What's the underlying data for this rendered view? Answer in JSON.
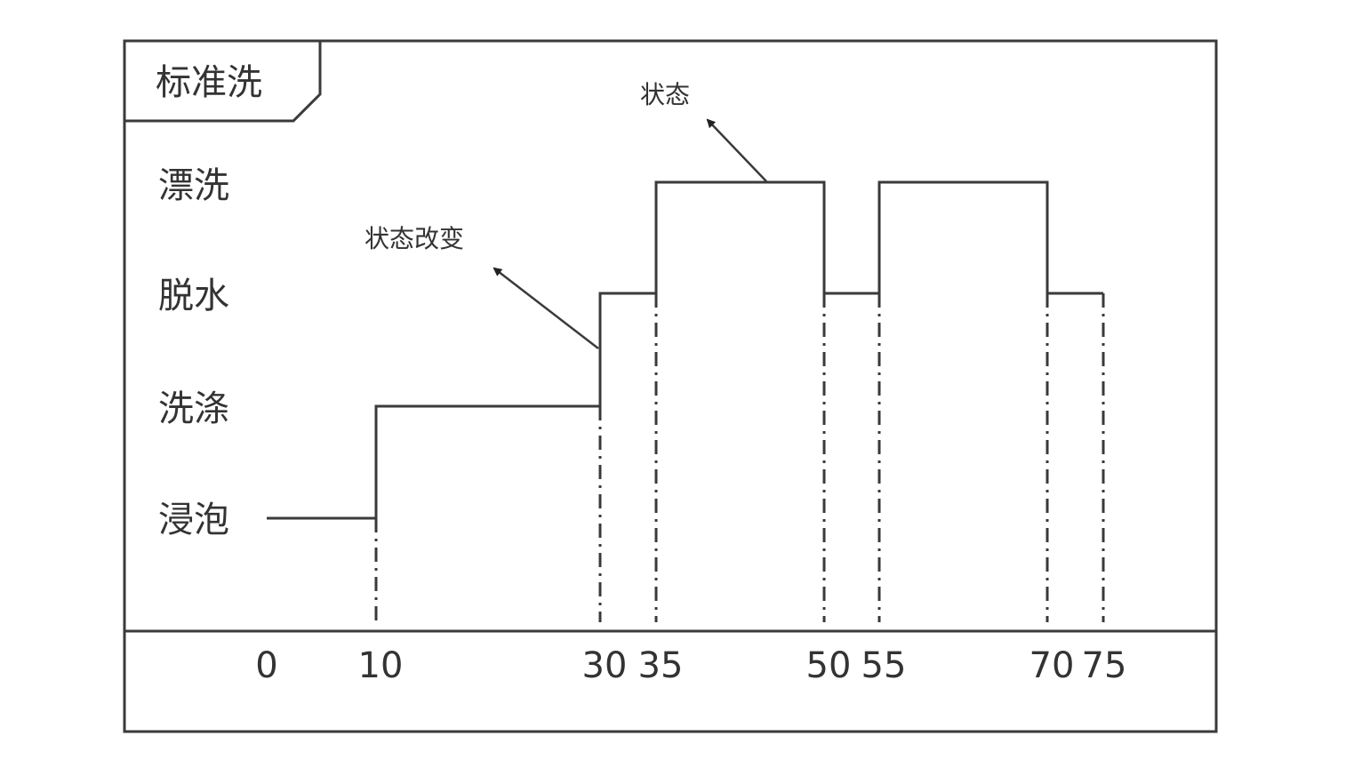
{
  "title": "标准洗",
  "states": [
    "漂洗",
    "脱水",
    "洗涤",
    "浸泡"
  ],
  "time_ticks": [
    "0",
    "10",
    "30",
    "35",
    "50",
    "55",
    "70",
    "75"
  ],
  "annotations": {
    "state_change": "状态改变",
    "state": "状态"
  },
  "sequence": [
    {
      "from": 0,
      "to": 10,
      "state": "浸泡"
    },
    {
      "from": 10,
      "to": 30,
      "state": "洗涤"
    },
    {
      "from": 30,
      "to": 35,
      "state": "脱水"
    },
    {
      "from": 35,
      "to": 50,
      "state": "漂洗"
    },
    {
      "from": 50,
      "to": 55,
      "state": "脱水"
    },
    {
      "from": 55,
      "to": 70,
      "state": "漂洗"
    },
    {
      "from": 70,
      "to": 75,
      "state": "脱水"
    }
  ],
  "transition_times": [
    10,
    30,
    35,
    50,
    55,
    70,
    75
  ]
}
